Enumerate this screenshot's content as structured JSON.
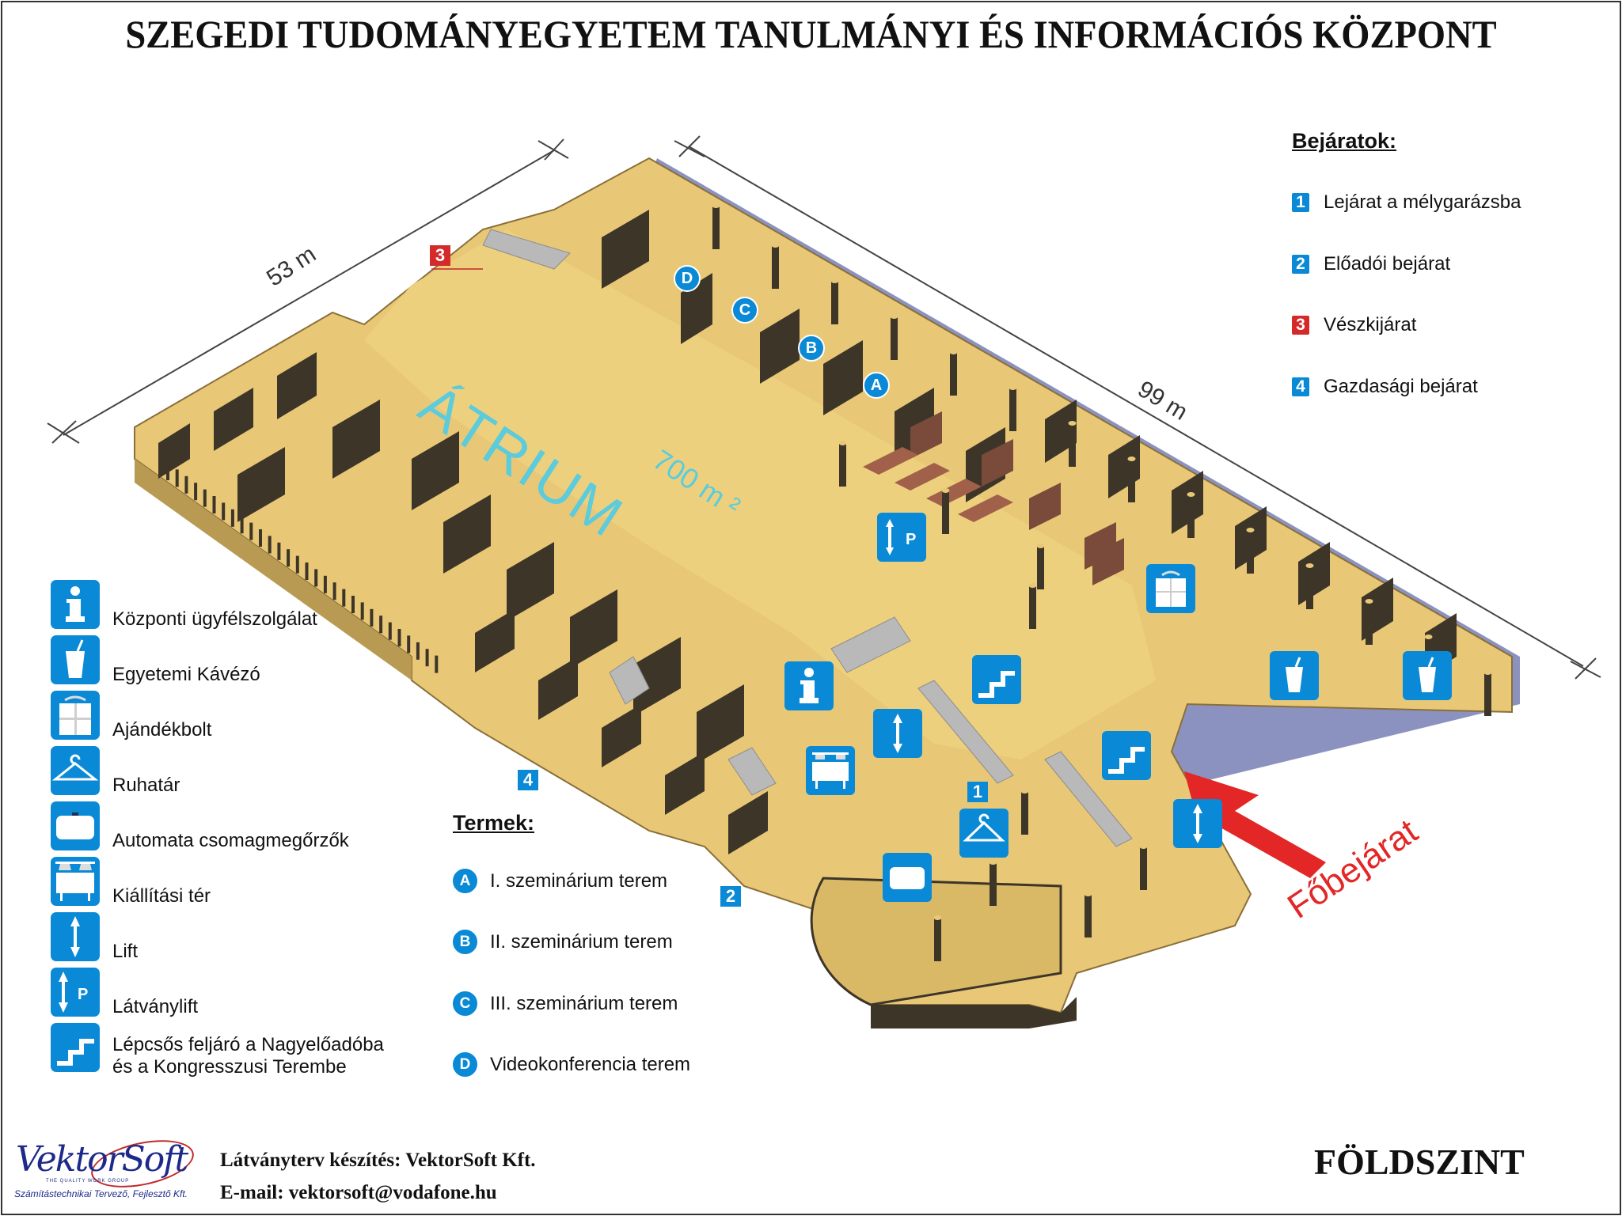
{
  "title": "SZEGEDI TUDOMÁNYEGYETEM TANULMÁNYI ÉS INFORMÁCIÓS KÖZPONT",
  "floor": "FÖLDSZINT",
  "colors": {
    "icon_blue": "#0a8ad6",
    "emergency_red": "#d42a2a",
    "floor_yellow": "#e8c877",
    "wall_dark": "#3e3529",
    "glass_blue": "#7f86b8",
    "atrium_text": "#5ccbdc",
    "arrow_red": "#e32626"
  },
  "map": {
    "dimension_width": "53 m",
    "dimension_length": "99 m",
    "atrium_label": "ÁTRIUM",
    "atrium_area": "700 m ²",
    "main_entrance_label": "Főbejárat",
    "entrance_markers": [
      "1",
      "2",
      "3",
      "4"
    ],
    "room_markers": [
      "A",
      "B",
      "C",
      "D"
    ]
  },
  "entrances": {
    "heading": "Bejáratok:",
    "items": [
      {
        "num": "1",
        "label": "Lejárat a mélygarázsba",
        "color": "blue"
      },
      {
        "num": "2",
        "label": "Előadói bejárat",
        "color": "blue"
      },
      {
        "num": "3",
        "label": "Vészkijárat",
        "color": "red"
      },
      {
        "num": "4",
        "label": "Gazdasági bejárat",
        "color": "blue"
      }
    ]
  },
  "services": {
    "items": [
      {
        "icon": "info-icon",
        "label": "Központi ügyfélszolgálat"
      },
      {
        "icon": "cafe-cup-icon",
        "label": "Egyetemi Kávézó"
      },
      {
        "icon": "gift-icon",
        "label": "Ajándékbolt"
      },
      {
        "icon": "hanger-icon",
        "label": "Ruhatár"
      },
      {
        "icon": "locker-icon",
        "label": "Automata csomagmegőrzők"
      },
      {
        "icon": "exhibition-icon",
        "label": "Kiállítási tér"
      },
      {
        "icon": "lift-icon",
        "label": "Lift"
      },
      {
        "icon": "panorama-lift-icon",
        "label": "Látványlift"
      },
      {
        "icon": "stairs-icon",
        "label": "Lépcsős feljáró a Nagyelőadóba",
        "label2": "és a Kongresszusi Terembe"
      }
    ]
  },
  "rooms": {
    "heading": "Termek:",
    "items": [
      {
        "letter": "A",
        "label": "I. szeminárium terem"
      },
      {
        "letter": "B",
        "label": "II. szeminárium terem"
      },
      {
        "letter": "C",
        "label": "III. szeminárium terem"
      },
      {
        "letter": "D",
        "label": "Videokonferencia terem"
      }
    ]
  },
  "footer": {
    "logo_name": "VektorSoft",
    "logo_tagline": "THE QUALITY WORK GROUP",
    "logo_sub": "Számítástechnikai Tervező, Fejlesztő Kft.",
    "credit": "Látványterv készítés: VektorSoft Kft.",
    "email": "E-mail: vektorsoft@vodafone.hu"
  }
}
